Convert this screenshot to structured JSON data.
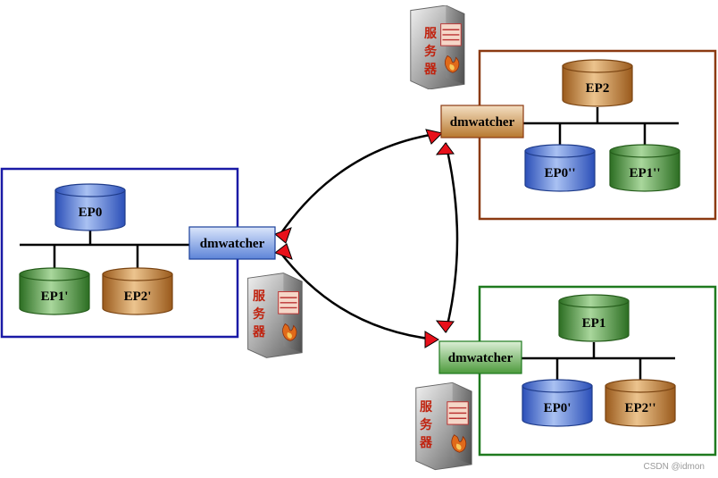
{
  "colors": {
    "blue_border": "#1a1aa6",
    "brown_border": "#8b3a12",
    "green_border": "#1f7a1f",
    "blue_fill": "#4f77d6",
    "brown_fill": "#c07a2c",
    "green_fill": "#3f8f2e",
    "server_text": "#c0220e",
    "arrow_head": "#e8101a"
  },
  "groups": {
    "left": {
      "watcher": "dmwatcher",
      "top_db": "EP0",
      "bottom_dbs": [
        "EP1'",
        "EP2'"
      ]
    },
    "top_right": {
      "watcher": "dmwatcher",
      "top_db": "EP2",
      "bottom_dbs": [
        "EP0''",
        "EP1''"
      ]
    },
    "bottom_right": {
      "watcher": "dmwatcher",
      "top_db": "EP1",
      "bottom_dbs": [
        "EP0'",
        "EP2''"
      ]
    }
  },
  "server": {
    "label_chars": [
      "服",
      "务",
      "器"
    ],
    "icon": "server-tower-icon"
  },
  "watermark": "CSDN @idmon"
}
